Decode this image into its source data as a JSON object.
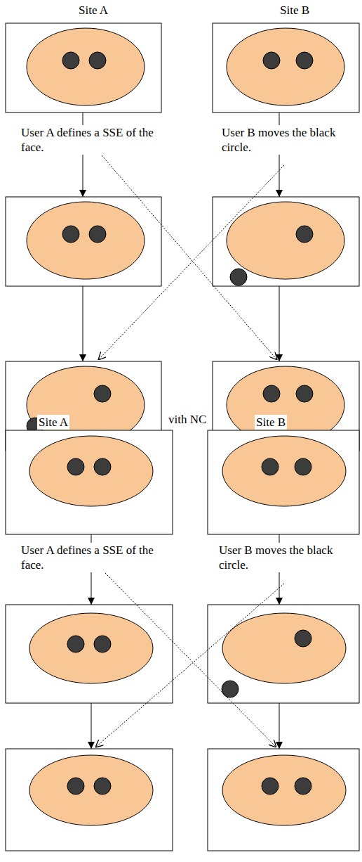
{
  "diagram": {
    "labels": [
      "Site A",
      "Site B",
      "User A defines a SSE of the face.",
      "User B moves the black circle.",
      "vith NC",
      "Site A",
      "Site B",
      "User A defines a SSE of the face.",
      "User B moves the black circle."
    ]
  }
}
